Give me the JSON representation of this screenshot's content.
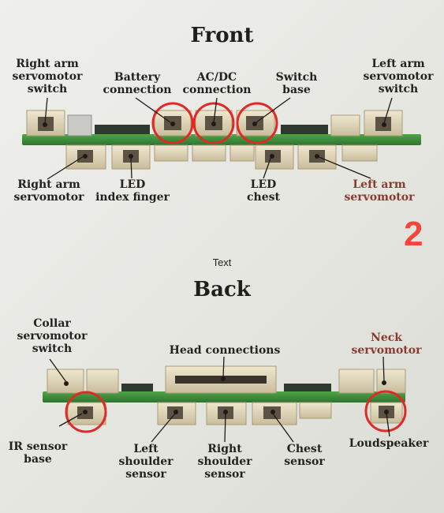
{
  "front": {
    "title": "Front",
    "labels": {
      "right_arm_switch": "Right arm\nservomotor\nswitch",
      "battery": "Battery\nconnection",
      "acdc": "AC/DC\nconnection",
      "switch_base": "Switch\nbase",
      "left_arm_switch": "Left arm\nservomotor\nswitch",
      "right_arm_servo": "Right arm\nservomotor",
      "led_index": "LED\nindex finger",
      "led_chest": "LED\nchest",
      "left_arm_servo": "Left arm\nservomotor"
    }
  },
  "middle_text": "Text",
  "page_number": "2",
  "back": {
    "title": "Back",
    "labels": {
      "collar_switch": "Collar\nservomotor\nswitch",
      "head": "Head connections",
      "neck": "Neck\nservomotor",
      "ir_sensor": "IR sensor\nbase",
      "left_shoulder": "Left\nshoulder\nsensor",
      "right_shoulder": "Right\nshoulder\nsensor",
      "chest_sensor": "Chest\nsensor",
      "loudspeaker": "Loudspeaker"
    }
  },
  "colors": {
    "board": "#3f8f3a",
    "connector": "#ddd3b8",
    "highlight": "#e02a25",
    "page_number": "#f0473f"
  }
}
